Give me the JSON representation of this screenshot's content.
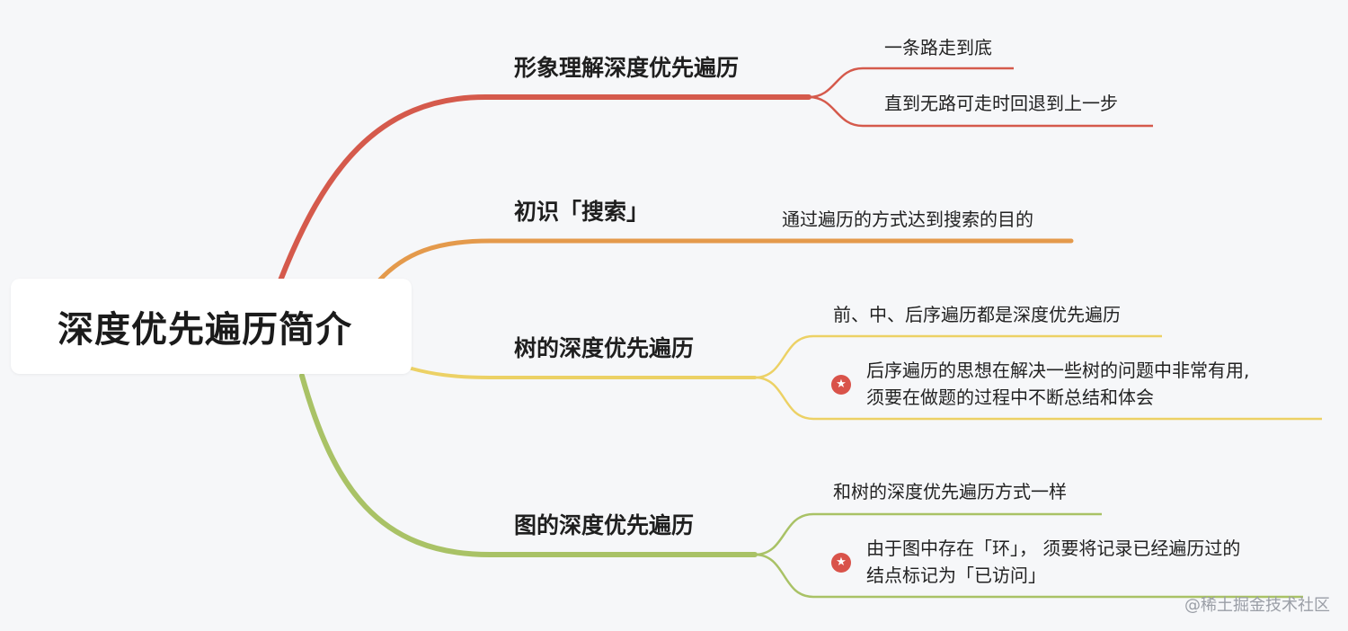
{
  "root": {
    "title": "深度优先遍历简介"
  },
  "branches": [
    {
      "label": "形象理解深度优先遍历",
      "color": "#d55a4c",
      "leaves": [
        {
          "text": "一条路走到底"
        },
        {
          "text": "直到无路可走时回退到上一步"
        }
      ]
    },
    {
      "label": "初识「搜索」",
      "color": "#e49a4c",
      "leaves": [
        {
          "text": "通过遍历的方式达到搜索的目的"
        }
      ]
    },
    {
      "label": "树的深度优先遍历",
      "color": "#ecd165",
      "leaves": [
        {
          "text": "前、中、后序遍历都是深度优先遍历"
        },
        {
          "line1": "后序遍历的思想在解决一些树的问题中非常有用,",
          "line2": "须要在做题的过程中不断总结和体会",
          "icon": "star-icon"
        }
      ]
    },
    {
      "label": "图的深度优先遍历",
      "color": "#a9c266",
      "leaves": [
        {
          "text": "和树的深度优先遍历方式一样"
        },
        {
          "line1": "由于图中存在「环」， 须要将记录已经遍历过的",
          "line2": "结点标记为「已访问」",
          "icon": "star-icon"
        }
      ]
    }
  ],
  "watermark": "@稀土掘金技术社区"
}
